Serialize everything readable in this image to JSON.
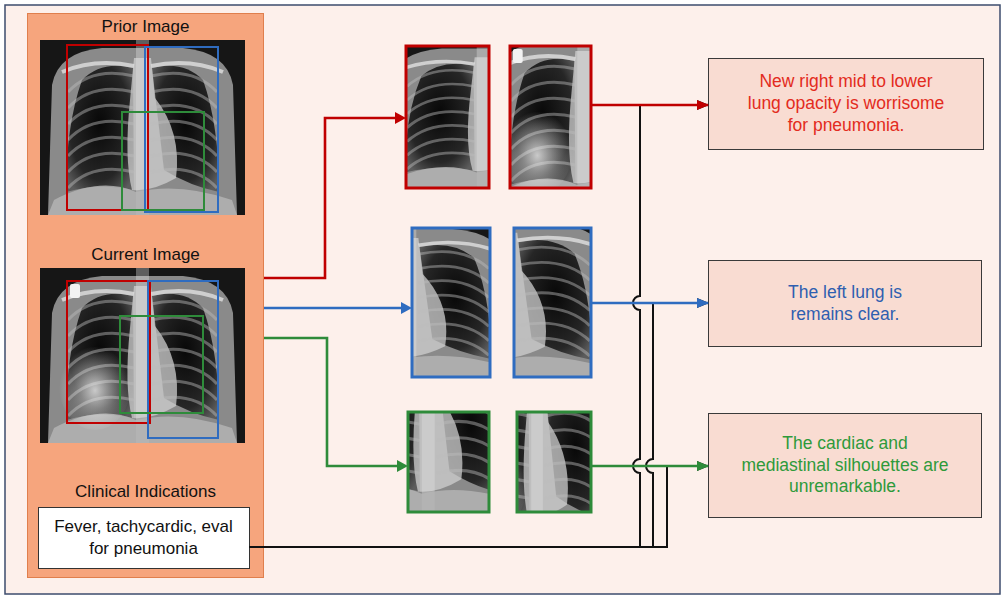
{
  "diagram": {
    "nodes": [
      {
        "text": [
          "Prior Image",
          "Current Image",
          "Clinical Indications"
        ]
      },
      {
        "text": [
          "Fever, tachycardic, eval for pneumonia"
        ],
        "in": 0
      },
      {
        "text": [
          "New right mid to lower lung opacity is worrisome for pneumonia."
        ]
      },
      {
        "text": [
          "The left lung is remains clear."
        ]
      },
      {
        "text": [
          "The cardiac and mediastinal silhouettes are unremarkable."
        ]
      }
    ],
    "edges": [
      {
        "from": 0,
        "to": 2,
        "arrow": "to"
      },
      {
        "from": 0,
        "to": 3,
        "arrow": "to"
      },
      {
        "from": 0,
        "to": 4,
        "arrow": "to"
      },
      {
        "from": 1,
        "to": 2,
        "arrow": "to"
      },
      {
        "from": 1,
        "to": 3,
        "arrow": "to"
      },
      {
        "from": 1,
        "to": 4,
        "arrow": "to"
      }
    ]
  }
}
